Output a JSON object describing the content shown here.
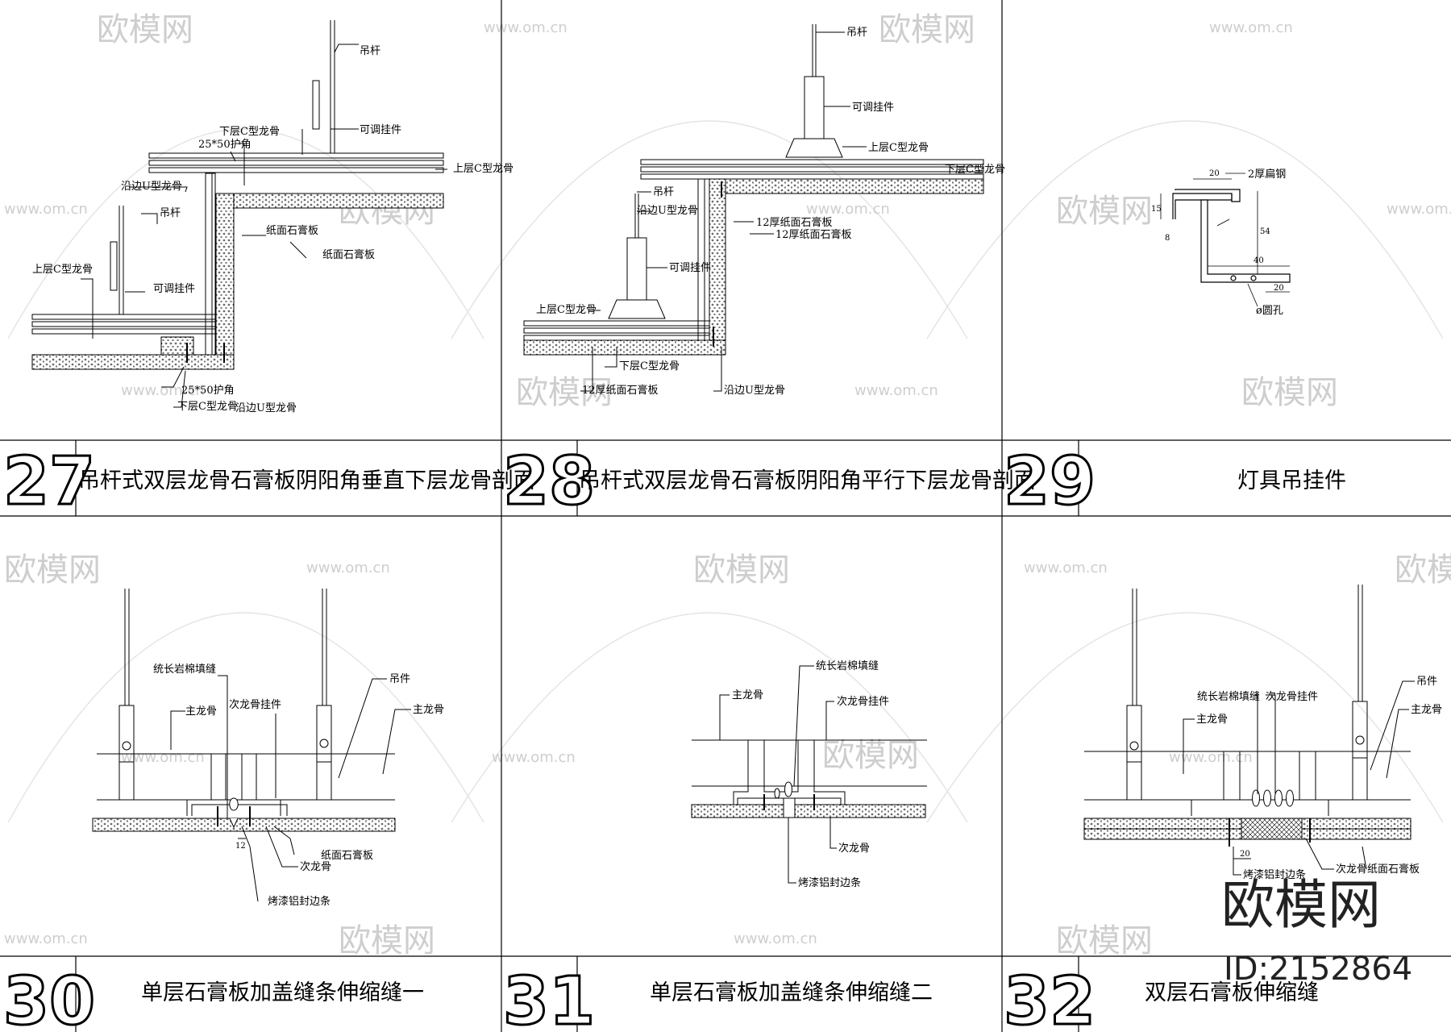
{
  "watermark": {
    "logo": "欧模网",
    "url": "www.om.cn"
  },
  "brand": {
    "name": "欧模网",
    "id": "ID:2152864"
  },
  "panels": [
    {
      "number": "27",
      "title": "吊杆式双层龙骨石膏板阴阳角垂直下层龙骨剖面",
      "labels": [
        "吊杆",
        "可调挂件",
        "下层C型龙骨",
        "25*50护角",
        "上层C型龙骨",
        "沿边U型龙骨",
        "吊杆",
        "纸面石膏板",
        "纸面石膏板",
        "上层C型龙骨",
        "可调挂件",
        "25*50护角",
        "下层C型龙骨",
        "沿边U型龙骨"
      ]
    },
    {
      "number": "28",
      "title": "吊杆式双层龙骨石膏板阴阳角平行下层龙骨剖面",
      "labels": [
        "吊杆",
        "可调挂件",
        "上层C型龙骨",
        "下层C型龙骨",
        "吊杆",
        "沿边U型龙骨",
        "12厚纸面石膏板",
        "12厚纸面石膏板",
        "可调挂件",
        "上层C型龙骨",
        "下层C型龙骨",
        "12厚纸面石膏板",
        "沿边U型龙骨"
      ]
    },
    {
      "number": "29",
      "title": "灯具吊挂件",
      "labels": [
        "2厚扁钢",
        "ø圆孔"
      ],
      "dims": [
        "20",
        "15",
        "54",
        "40",
        "20",
        "8"
      ]
    },
    {
      "number": "30",
      "title": "单层石膏板加盖缝条伸缩缝一",
      "labels": [
        "统长岩棉填缝",
        "吊件",
        "主龙骨",
        "次龙骨挂件",
        "主龙骨",
        "纸面石膏板",
        "次龙骨",
        "烤漆铝封边条"
      ],
      "dims": [
        "12"
      ]
    },
    {
      "number": "31",
      "title": "单层石膏板加盖缝条伸缩缝二",
      "labels": [
        "统长岩棉填缝",
        "主龙骨",
        "次龙骨挂件",
        "次龙骨",
        "烤漆铝封边条"
      ]
    },
    {
      "number": "32",
      "title": "双层石膏板伸缩缝",
      "labels": [
        "统长岩棉填缝",
        "次龙骨挂件",
        "吊件",
        "主龙骨",
        "主龙骨",
        "次龙骨",
        "纸面石膏板",
        "烤漆铝封边条"
      ],
      "dims": [
        "20"
      ]
    }
  ]
}
